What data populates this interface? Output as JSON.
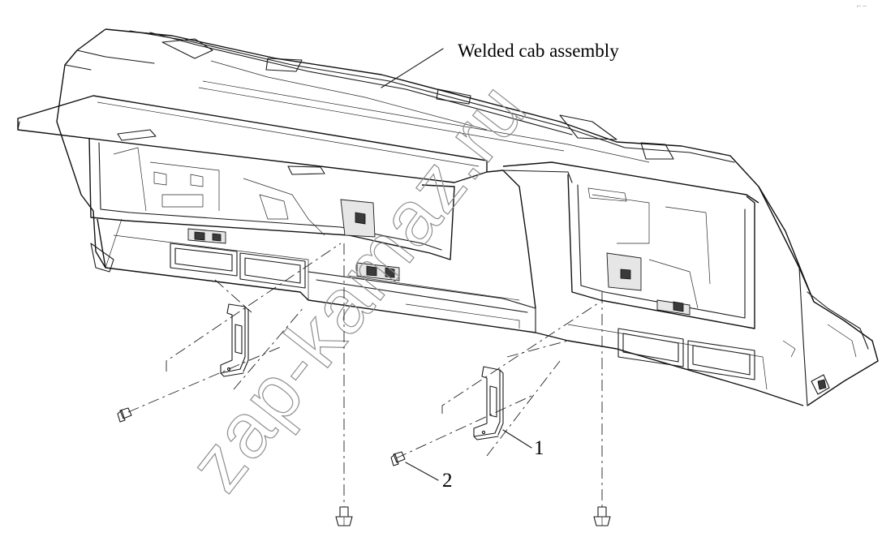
{
  "diagram": {
    "title_label": "Welded cab assembly",
    "callouts": [
      {
        "id": "1",
        "text": "1"
      },
      {
        "id": "2",
        "text": "2"
      }
    ],
    "watermark": "zap-kamaz.ru",
    "corner_mark": "⌐ ‒"
  }
}
